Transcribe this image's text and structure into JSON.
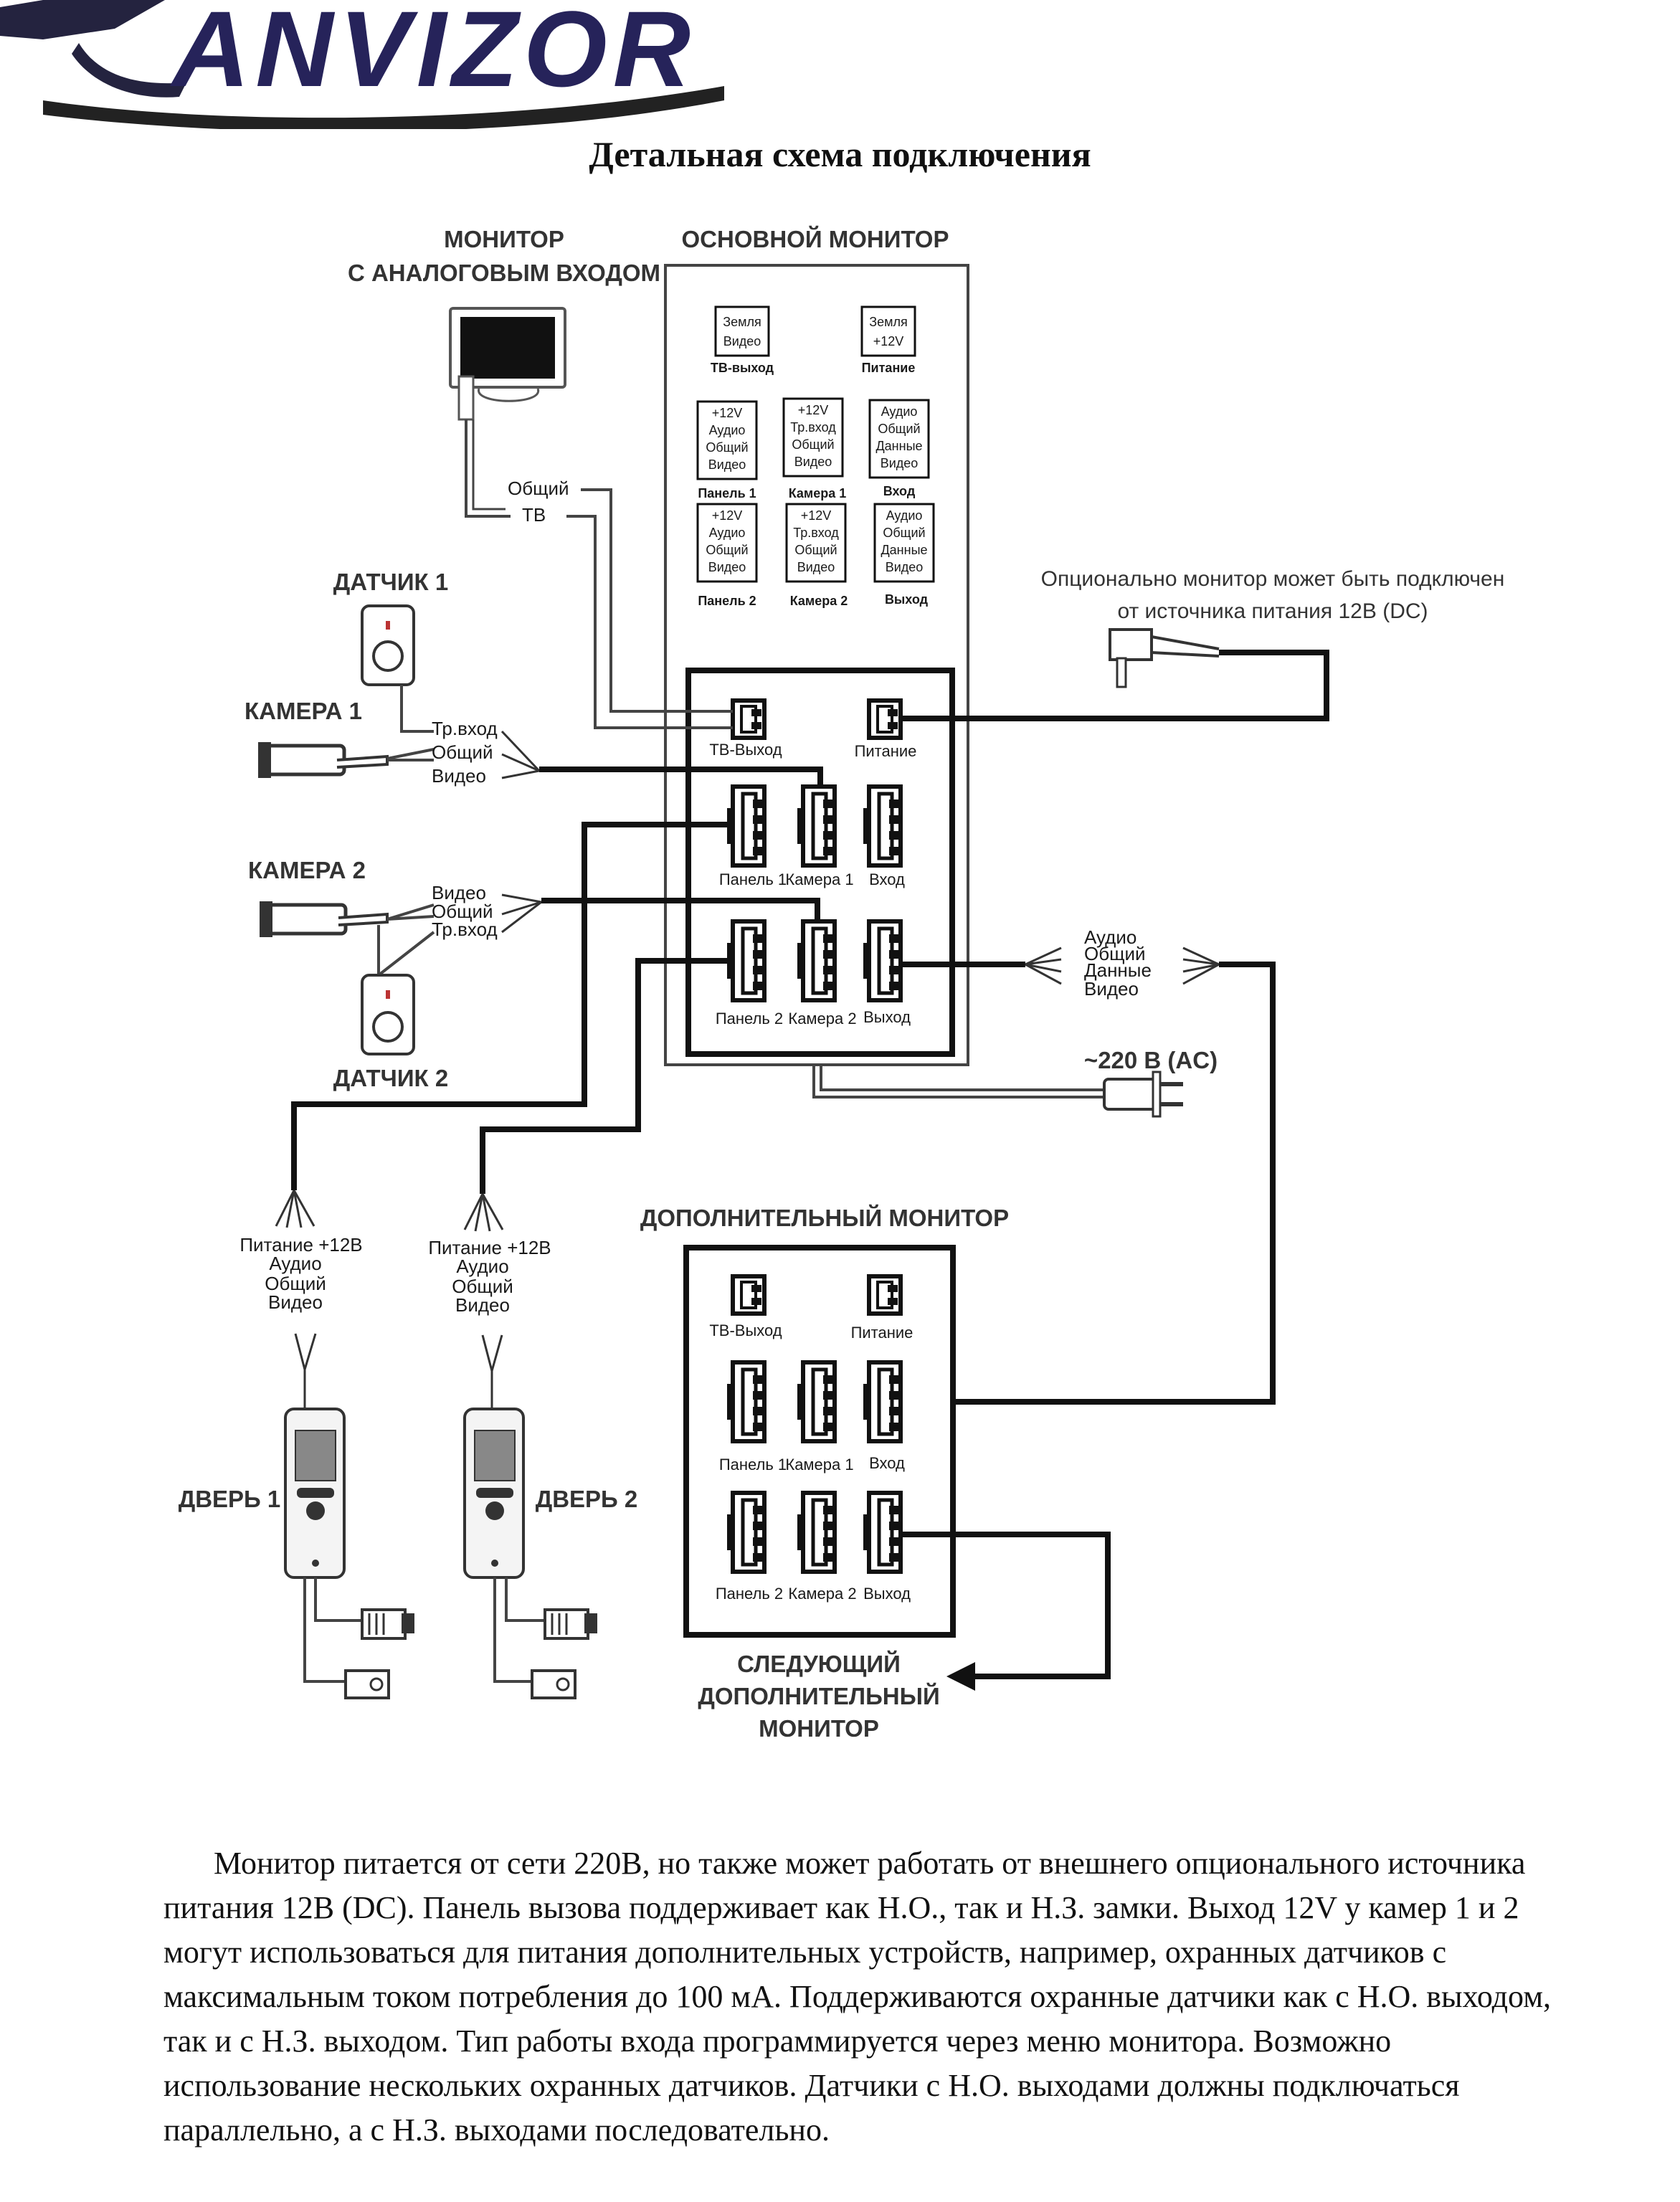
{
  "logo": {
    "text": "ANVIZOR"
  },
  "title": "Детальная схема подключения",
  "diagram": {
    "headers": {
      "analog_monitor_line1": "МОНИТОР",
      "analog_monitor_line2": "С АНАЛОГОВЫМ ВХОДОМ",
      "main_monitor": "ОСНОВНОЙ МОНИТОР",
      "sensor1": "ДАТЧИК 1",
      "camera1": "КАМЕРА 1",
      "camera2": "КАМЕРА 2",
      "sensor2": "ДАТЧИК 2",
      "extra_monitor": "ДОПОЛНИТЕЛЬНЫЙ МОНИТОР",
      "door1": "ДВЕРЬ 1",
      "door2": "ДВЕРЬ 2",
      "next_line1": "СЛЕДУЮЩИЙ",
      "next_line2": "ДОПОЛНИТЕЛЬНЫЙ",
      "next_line3": "МОНИТОР",
      "optional_line1": "Опционально монитор может быть подключен",
      "optional_line2": "от источника питания 12В (DC)",
      "ac": "~220 В (AC)"
    },
    "pinouts": {
      "tv": {
        "pins": [
          "Земля",
          "Видео"
        ],
        "caption": "ТВ-выход"
      },
      "power": {
        "pins": [
          "Земля",
          "+12V"
        ],
        "caption": "Питание"
      },
      "panel1": {
        "pins": [
          "+12V",
          "Аудио",
          "Общий",
          "Видео"
        ],
        "caption": "Панель 1"
      },
      "camera1": {
        "pins": [
          "+12V",
          "Тр.вход",
          "Общий",
          "Видео"
        ],
        "caption": "Камера 1"
      },
      "input": {
        "pins": [
          "Аудио",
          "Общий",
          "Данные",
          "Видео"
        ],
        "caption": "Вход"
      },
      "panel2": {
        "pins": [
          "+12V",
          "Аудио",
          "Общий",
          "Видео"
        ],
        "caption": "Панель 2"
      },
      "camera2": {
        "pins": [
          "+12V",
          "Тр.вход",
          "Общий",
          "Видео"
        ],
        "caption": "Камера 2"
      },
      "output": {
        "pins": [
          "Аудио",
          "Общий",
          "Данные",
          "Видео"
        ],
        "caption": "Выход"
      }
    },
    "connectors": {
      "tv_out": "ТВ-Выход",
      "power": "Питание",
      "panel1": "Панель 1",
      "camera1": "Камера 1",
      "input": "Вход",
      "panel2": "Панель 2",
      "camera2": "Камера 2",
      "output": "Выход"
    },
    "wire_labels": {
      "tv_common": "Общий",
      "tv_signal": "ТВ",
      "cam1_trig": "Тр.вход",
      "cam1_common": "Общий",
      "cam1_video": "Видео",
      "cam2_video": "Видео",
      "cam2_common": "Общий",
      "cam2_trig": "Тр.вход",
      "out_audio": "Аудио",
      "out_common": "Общий",
      "out_data": "Данные",
      "out_video": "Видео",
      "door1_power": "Питание +12В",
      "door1_audio": "Аудио",
      "door1_common": "Общий",
      "door1_video": "Видео",
      "door2_power": "Питание +12В",
      "door2_audio": "Аудио",
      "door2_common": "Общий",
      "door2_video": "Видео"
    }
  },
  "body_text": "Монитор питается от сети 220В, но также может работать от внешнего опционального источника питания 12В (DC). Панель вызова поддерживает как Н.О., так и Н.З. замки. Выход 12V у камер 1 и 2 могут использоваться для питания дополнительных устройств, например, охранных датчиков с максимальным током потребления до 100 мА. Поддерживаются охранные датчики как с Н.О. выходом, так и с Н.З. выходом. Тип работы входа программируется через меню монитора. Возможно использование нескольких охранных датчиков. Датчики с Н.О. выходами должны подключаться параллельно, а с Н.З. выходами последовательно."
}
